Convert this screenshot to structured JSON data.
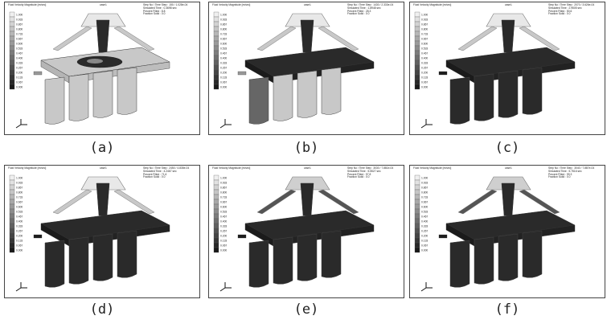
{
  "panels": [
    {
      "id": "a",
      "caption": "(a)",
      "legend_title": "Fluid Velocity Magnitude [m/sec]",
      "case_label": "case1",
      "step_line": "Step No / Time Step : 150 / 1.028e-04",
      "sim_time": "Simulated Time : 0.3698 sec",
      "percent_filled": "Percent Filled : 8.8",
      "fraction_solid": "Fraction Solid : 0.0",
      "fill_level": 0.1
    },
    {
      "id": "b",
      "caption": "(b)",
      "legend_title": "Fluid Velocity Magnitude [m/sec]",
      "case_label": "case1",
      "step_line": "Step No / Time Step : 1430 / 2.333e-04",
      "sim_time": "Simulated Time : 1.8948 sec",
      "percent_filled": "Percent Filled : 28.3",
      "fraction_solid": "Fraction Solid : 0.0",
      "fill_level": 0.3
    },
    {
      "id": "c",
      "caption": "(c)",
      "legend_title": "Fluid Velocity Magnitude [m/sec]",
      "case_label": "case1",
      "step_line": "Step No / Time Step : 2070 / 3.626e-04",
      "sim_time": "Simulated Time : 2.9505 sec",
      "percent_filled": "Percent Filled : 50.6",
      "fraction_solid": "Fraction Solid : 0.0",
      "fill_level": 0.5
    },
    {
      "id": "d",
      "caption": "(d)",
      "legend_title": "Fluid Velocity Magnitude [m/sec]",
      "case_label": "case1",
      "step_line": "Step No / Time Step : 2450 / 4.835e-04",
      "sim_time": "Simulated Time : 4.2467 sec",
      "percent_filled": "Percent Filled : 71.6",
      "fraction_solid": "Fraction Solid : 0.0",
      "fill_level": 0.72
    },
    {
      "id": "e",
      "caption": "(e)",
      "legend_title": "Fluid Velocity Magnitude [m/sec]",
      "case_label": "case1",
      "step_line": "Step No / Time Step : 3030 / 7.881e-04",
      "sim_time": "Simulated Time : 5.5527 sec",
      "percent_filled": "Percent Filled : 97.8",
      "fraction_solid": "Fraction Solid : 0.0",
      "fill_level": 0.98
    },
    {
      "id": "f",
      "caption": "(f)",
      "legend_title": "Fluid Velocity Magnitude [m/sec]",
      "case_label": "case1",
      "step_line": "Step No / Time Step : 3040 / 7.887e-04",
      "sim_time": "Simulated Time : 5.7516 sec",
      "percent_filled": "Percent Filled : 99.3",
      "fraction_solid": "Fraction Solid : 0.0",
      "fill_level": 1.0
    }
  ],
  "legend_ticks": [
    "1.000",
    "0.933",
    "0.867",
    "0.800",
    "0.733",
    "0.667",
    "0.600",
    "0.533",
    "0.467",
    "0.400",
    "0.333",
    "0.267",
    "0.200",
    "0.133",
    "0.067",
    "0.000"
  ],
  "colors": {
    "liquid": "#2a2a2a",
    "empty_mold": "#c8c8c8",
    "highlight": "#e8e8e8"
  }
}
